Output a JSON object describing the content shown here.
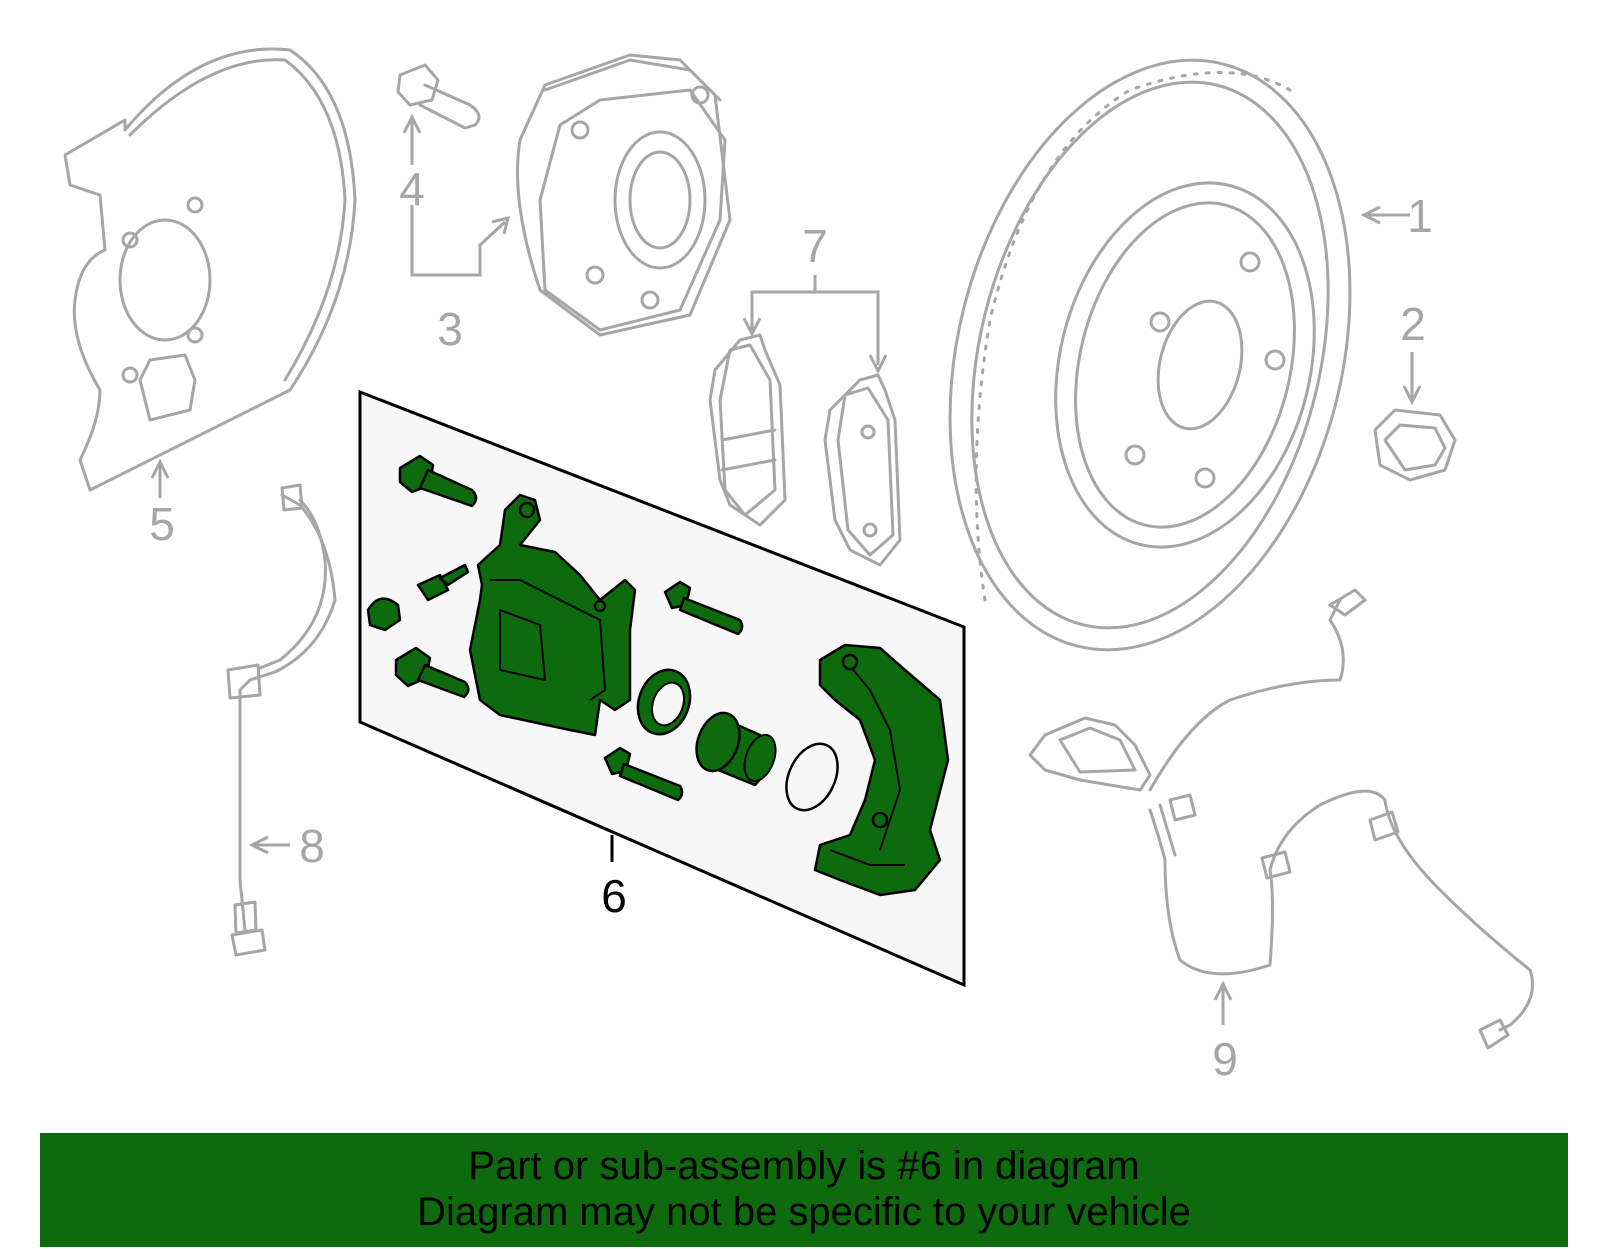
{
  "callouts": {
    "c1": "1",
    "c2": "2",
    "c3": "3",
    "c4": "4",
    "c5": "5",
    "c6": "6",
    "c7": "7",
    "c8": "8",
    "c9": "9"
  },
  "banner": {
    "line1": "Part or sub-assembly is #6 in diagram",
    "line2": "Diagram may not be specific to your vehicle"
  },
  "colors": {
    "highlight": "#0d6b0d",
    "parts_gray": "#a6a6a6"
  }
}
